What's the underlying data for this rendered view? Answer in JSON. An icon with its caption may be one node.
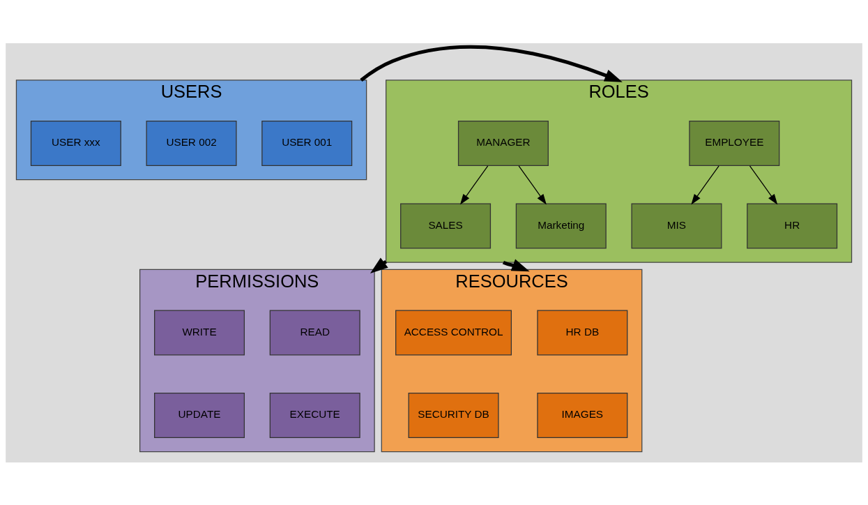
{
  "diagram": {
    "nodes": [
      {
        "text": [
          "USERS"
        ]
      },
      {
        "text": [
          "USER 001"
        ],
        "in": 0
      },
      {
        "text": [
          "USER 002"
        ],
        "in": 0
      },
      {
        "text": [
          "USER xxx"
        ],
        "in": 0
      },
      {
        "text": [
          "ROLES"
        ]
      },
      {
        "text": [
          "EMPLOYEE"
        ],
        "in": 4
      },
      {
        "text": [
          "MANAGER"
        ],
        "in": 4
      },
      {
        "text": [
          "MIS"
        ],
        "in": 4
      },
      {
        "text": [
          "HR"
        ],
        "in": 4
      },
      {
        "text": [
          "SALES"
        ],
        "in": 4
      },
      {
        "text": [
          "Marketing"
        ],
        "in": 4
      },
      {
        "text": [
          "PERMISSIONS"
        ]
      },
      {
        "text": [
          "READ"
        ],
        "in": 11
      },
      {
        "text": [
          "WRITE"
        ],
        "in": 11
      },
      {
        "text": [
          "EXECUTE"
        ],
        "in": 11
      },
      {
        "text": [
          "UPDATE"
        ],
        "in": 11
      },
      {
        "text": [
          "RESOURCES"
        ]
      },
      {
        "text": [
          "HR DB"
        ],
        "in": 16
      },
      {
        "text": [
          "ACCESS CONTROL"
        ],
        "in": 16
      },
      {
        "text": [
          "IMAGES"
        ],
        "in": 16
      },
      {
        "text": [
          "SECURITY DB"
        ],
        "in": 16
      }
    ],
    "edges": [
      {
        "from": 0,
        "to": 4,
        "arrow": "to",
        "style": "thick"
      },
      {
        "from": 5,
        "to": 7,
        "arrow": "to"
      },
      {
        "from": 5,
        "to": 8,
        "arrow": "to"
      },
      {
        "from": 6,
        "to": 9,
        "arrow": "to"
      },
      {
        "from": 6,
        "to": 10,
        "arrow": "to"
      },
      {
        "from": 4,
        "to": 11,
        "arrow": "to",
        "style": "thick"
      },
      {
        "from": 4,
        "to": 16,
        "arrow": "to",
        "style": "thick"
      }
    ]
  }
}
